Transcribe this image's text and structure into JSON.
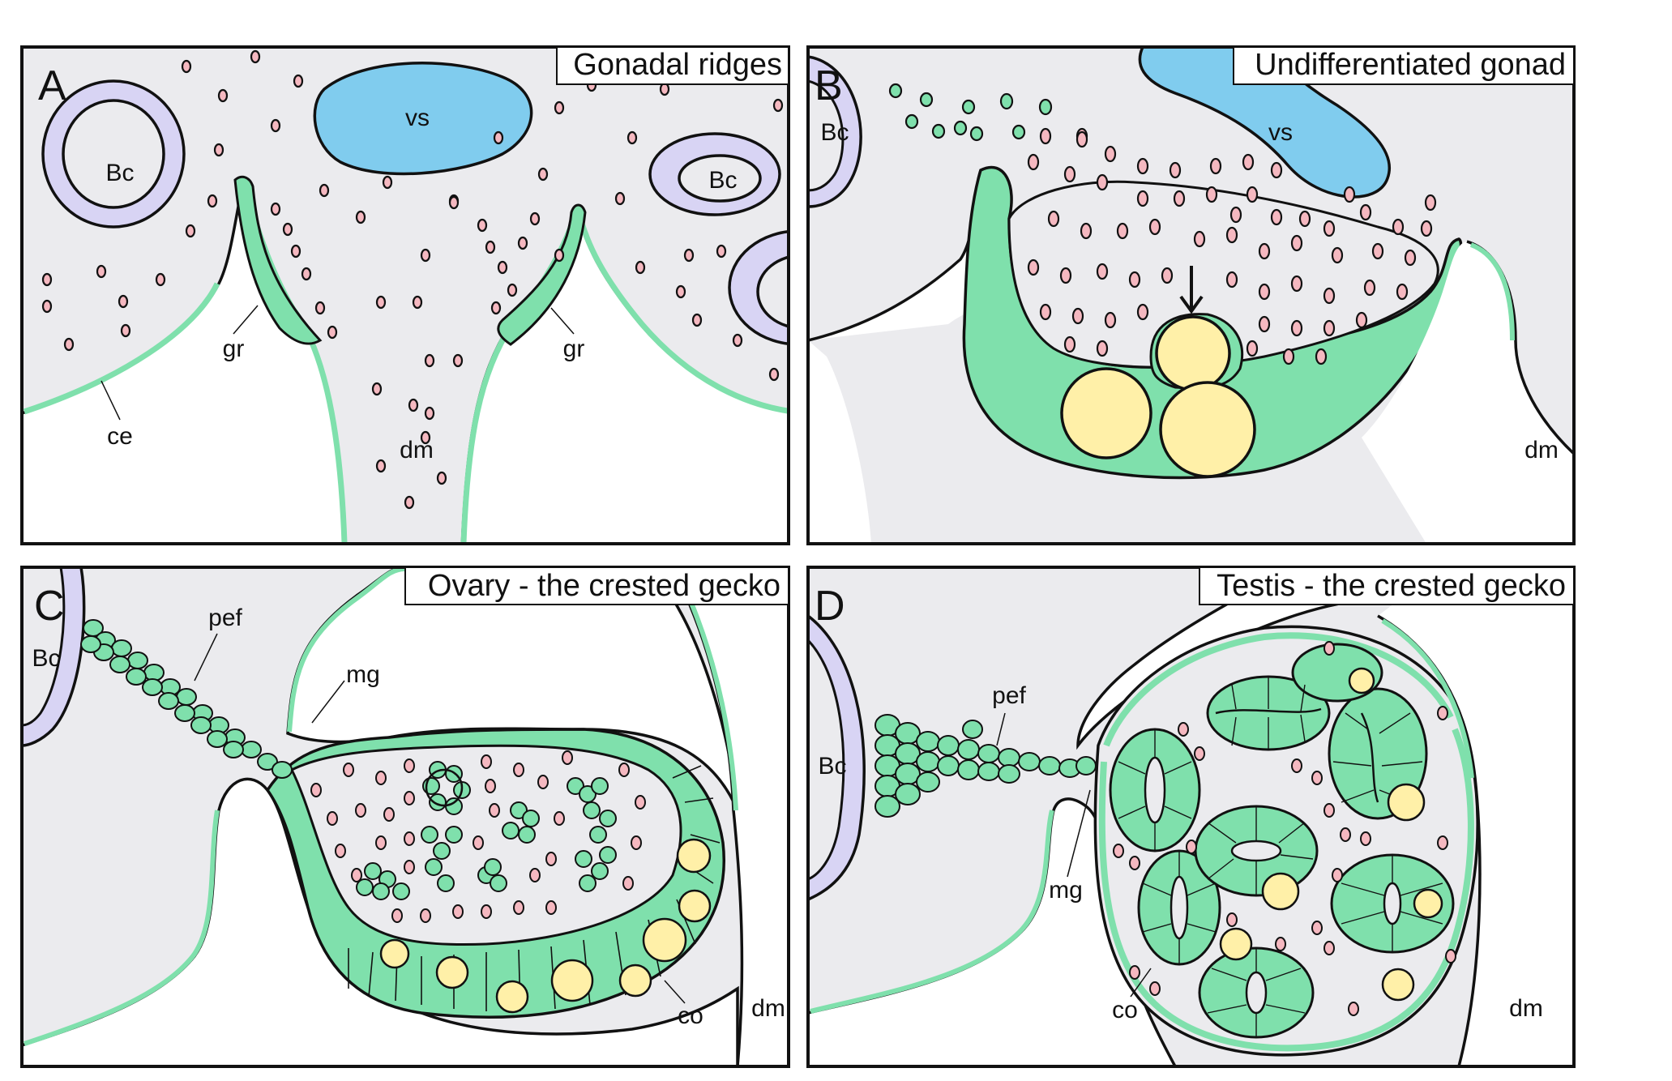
{
  "panels": [
    {
      "letter": "A",
      "title": "Gonadal ridges",
      "labels": {
        "bc_left": "Bc",
        "bc_right": "Bc",
        "vs": "vs",
        "gr_left": "gr",
        "gr_right": "gr",
        "ce": "ce",
        "dm": "dm"
      }
    },
    {
      "letter": "B",
      "title": "Undifferentiated gonad",
      "labels": {
        "bc": "Bc",
        "vs": "vs",
        "dm": "dm"
      }
    },
    {
      "letter": "C",
      "title": "Ovary - the crested gecko",
      "labels": {
        "bc": "Bc",
        "pef": "pef",
        "mg": "mg",
        "co": "co",
        "dm": "dm"
      }
    },
    {
      "letter": "D",
      "title": "Testis - the crested gecko",
      "labels": {
        "bc": "Bc",
        "pef": "pef",
        "mg": "mg",
        "co": "co",
        "dm": "dm"
      }
    }
  ],
  "colors": {
    "tissue": "#ebebee",
    "cavity": "#ffffff",
    "epithelium": "#7fe0ac",
    "mesenchyme_cell": "#f5b8c0",
    "germ_cell": "#fff0a8",
    "blood_vessel": "#80ccee",
    "bowman_capsule": "#d8d4f4",
    "outline": "#111111"
  },
  "icons": [
    "arrow-down-icon"
  ]
}
